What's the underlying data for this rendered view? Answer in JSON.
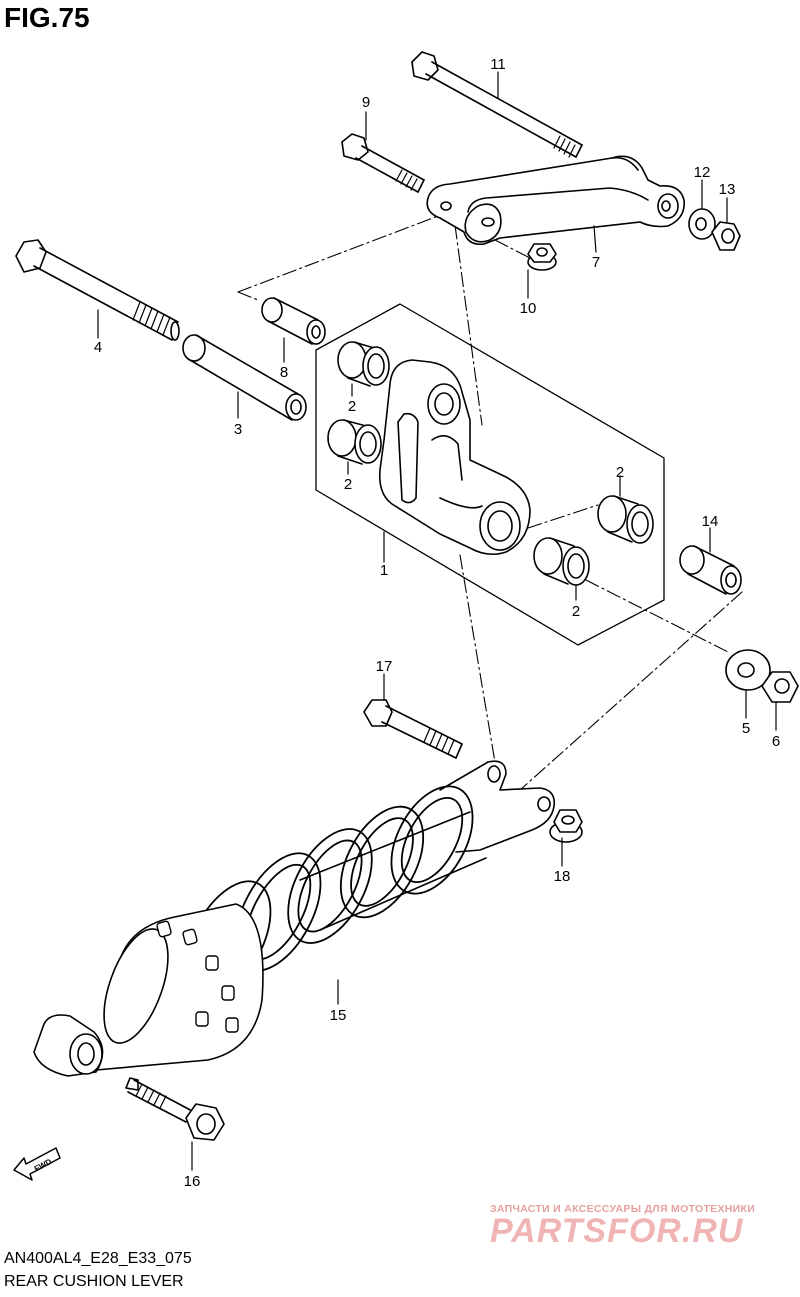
{
  "figure": {
    "title": "FIG.75",
    "code": "AN400AL4_E28_E33_075",
    "name": "REAR CUSHION LEVER"
  },
  "watermark": {
    "top": "ЗАПЧАСТИ И АКСЕССУАРЫ ДЛЯ МОТОТЕХНИКИ",
    "main": "PARTSFOR.RU",
    "color": "#f0b4b4"
  },
  "direction_marker": {
    "label": "FWD",
    "icon": "forward-arrow-icon"
  },
  "callouts": [
    {
      "id": "callout-1",
      "label": "1"
    },
    {
      "id": "callout-2a",
      "label": "2"
    },
    {
      "id": "callout-2b",
      "label": "2"
    },
    {
      "id": "callout-2c",
      "label": "2"
    },
    {
      "id": "callout-2d",
      "label": "2"
    },
    {
      "id": "callout-3",
      "label": "3"
    },
    {
      "id": "callout-4",
      "label": "4"
    },
    {
      "id": "callout-5",
      "label": "5"
    },
    {
      "id": "callout-6",
      "label": "6"
    },
    {
      "id": "callout-7",
      "label": "7"
    },
    {
      "id": "callout-8",
      "label": "8"
    },
    {
      "id": "callout-9",
      "label": "9"
    },
    {
      "id": "callout-10",
      "label": "10"
    },
    {
      "id": "callout-11",
      "label": "11"
    },
    {
      "id": "callout-12",
      "label": "12"
    },
    {
      "id": "callout-13",
      "label": "13"
    },
    {
      "id": "callout-14",
      "label": "14"
    },
    {
      "id": "callout-15",
      "label": "15"
    },
    {
      "id": "callout-16",
      "label": "16"
    },
    {
      "id": "callout-17",
      "label": "17"
    },
    {
      "id": "callout-18",
      "label": "18"
    }
  ]
}
